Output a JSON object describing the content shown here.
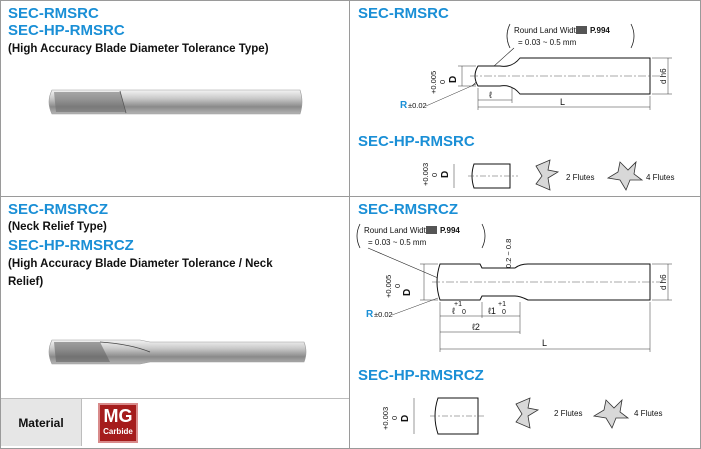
{
  "left_top": {
    "title1": "SEC-RMSRC",
    "title2": "SEC-HP-RMSRC",
    "subtitle": "(High Accuracy Blade Diameter Tolerance Type)"
  },
  "right_top": {
    "title": "SEC-RMSRC",
    "note_line1": "Round Land Width",
    "note_ref": "P.994",
    "note_line2": "= 0.03 ~ 0.5 mm",
    "dim_D": "D",
    "dim_tol": "+0.005",
    "dim_tol0": "0",
    "dim_dh6": "d h6",
    "dim_R": "R",
    "dim_R_tol": "±0.02",
    "dim_l": "ℓ",
    "dim_L": "L",
    "hp_title": "SEC-HP-RMSRC",
    "hp_tol": "+0.003",
    "hp_tol0": "0",
    "hp_D": "D",
    "flutes2": "2 Flutes",
    "flutes4": "4 Flutes"
  },
  "left_bottom": {
    "title1": "SEC-RMSRCZ",
    "sub1": "(Neck Relief Type)",
    "title2": "SEC-HP-RMSRCZ",
    "sub2a": "(High Accuracy Blade Diameter Tolerance / Neck",
    "sub2b": "Relief)"
  },
  "right_bottom": {
    "title": "SEC-RMSRCZ",
    "note_line1": "Round Land Width",
    "note_ref": "P.994",
    "note_line2": "= 0.03 ~ 0.5 mm",
    "neck": "D-0.2 ~ 0.8",
    "dim_tol": "+0.005",
    "dim_tol0": "0",
    "dim_D": "D",
    "dim_dh6": "d h6",
    "dim_R": "R",
    "dim_R_tol": "±0.02",
    "dim_l": "ℓ",
    "dim_l_tol": "+1",
    "dim_l_tol0": "0",
    "dim_l1": "ℓ1",
    "dim_l1_tol": "+1",
    "dim_l1_tol0": "0",
    "dim_l2": "ℓ2",
    "dim_L": "L",
    "hp_title": "SEC-HP-RMSRCZ",
    "hp_tol": "+0.003",
    "hp_tol0": "0",
    "hp_D": "D",
    "flutes2": "2 Flutes",
    "flutes4": "4 Flutes"
  },
  "material": {
    "label": "Material",
    "badge_top": "MG",
    "badge_bottom": "Carbide",
    "badge_color": "#a51c1c"
  },
  "colors": {
    "title": "#1a8fd6",
    "border": "#9a9a9a"
  }
}
